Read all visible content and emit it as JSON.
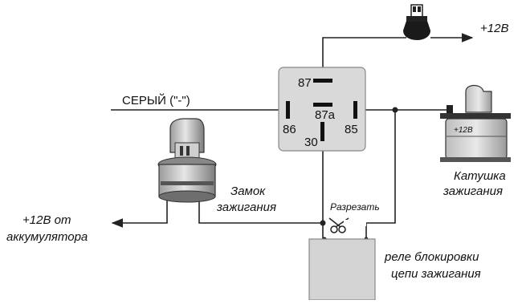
{
  "labels": {
    "plus12v_top": "+12В",
    "gray_wire": "СЕРЫЙ (\"-\")",
    "pin87": "87",
    "pin87a": "87a",
    "pin86": "86",
    "pin85": "85",
    "pin30": "30",
    "coil_badge": "+12В",
    "coil_line1": "Катушка",
    "coil_line2": "зажигания",
    "lock_line1": "Замок",
    "lock_line2": "зажигания",
    "cut": "Разрезать",
    "battery_line1": "+12В от",
    "battery_line2": "аккумулятора",
    "block_line1": "реле блокировки",
    "block_line2": "цепи зажигания"
  },
  "icons": [
    "fuse-icon",
    "ignition-key-icon",
    "ignition-coil-icon",
    "scissors-icon",
    "arrow-icon"
  ],
  "colors": {
    "relay_fill": "#d9d9d9",
    "block_fill": "#d4d4d4",
    "wire": "#222222"
  }
}
